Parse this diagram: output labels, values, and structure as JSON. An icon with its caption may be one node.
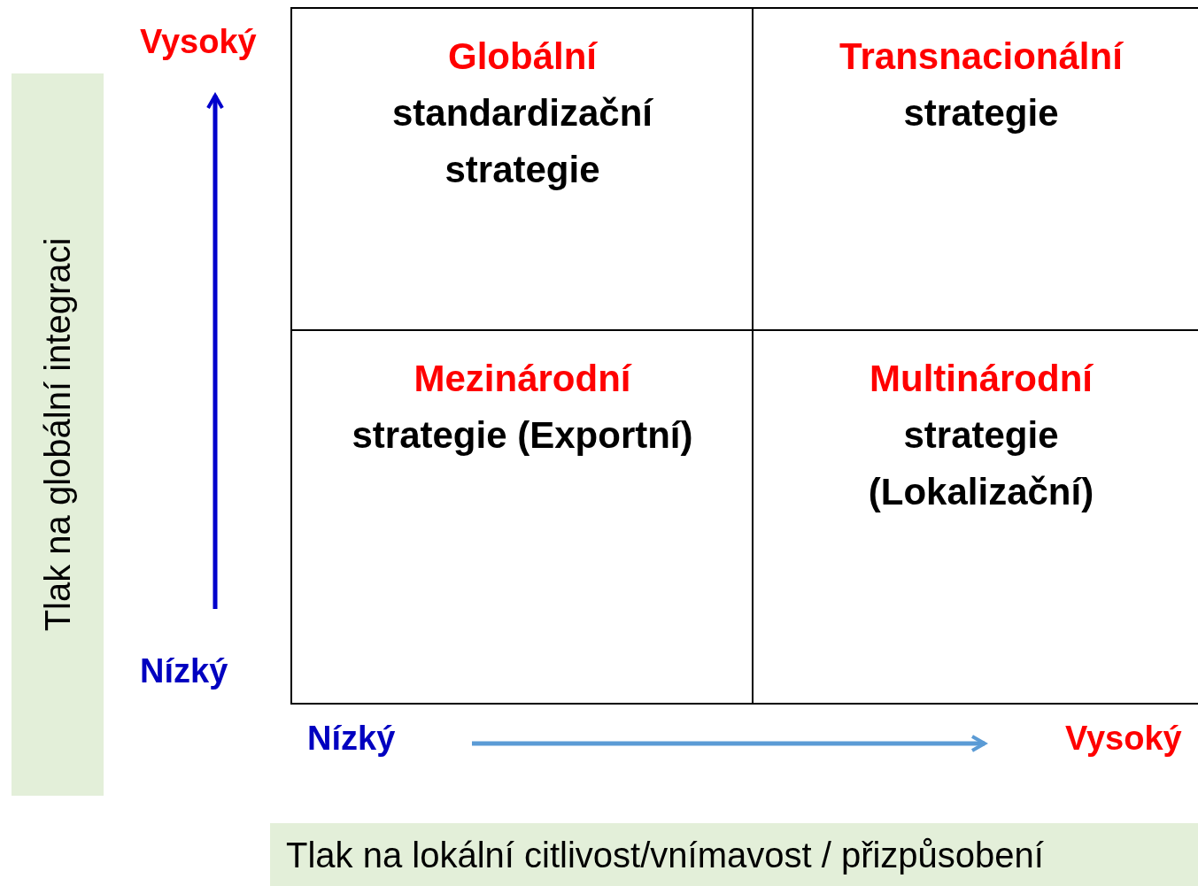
{
  "diagram": {
    "nodes": [
      {
        "text": [
          "Globální",
          "standardizační strategie"
        ]
      },
      {
        "text": [
          "Transnacionální",
          "strategie"
        ]
      },
      {
        "text": [
          "Mezinárodní",
          "strategie (Exportní)"
        ]
      },
      {
        "text": [
          "Multinárodní",
          "strategie (Lokalizační)"
        ]
      },
      {
        "text": [
          "Tlak na globální integraci"
        ]
      },
      {
        "text": [
          "Tlak na lokální citlivost/vnímavost / přizpůsobení"
        ]
      }
    ],
    "labels": [
      "Vysoký",
      "Nízký",
      "Nízký",
      "Vysoký"
    ]
  }
}
